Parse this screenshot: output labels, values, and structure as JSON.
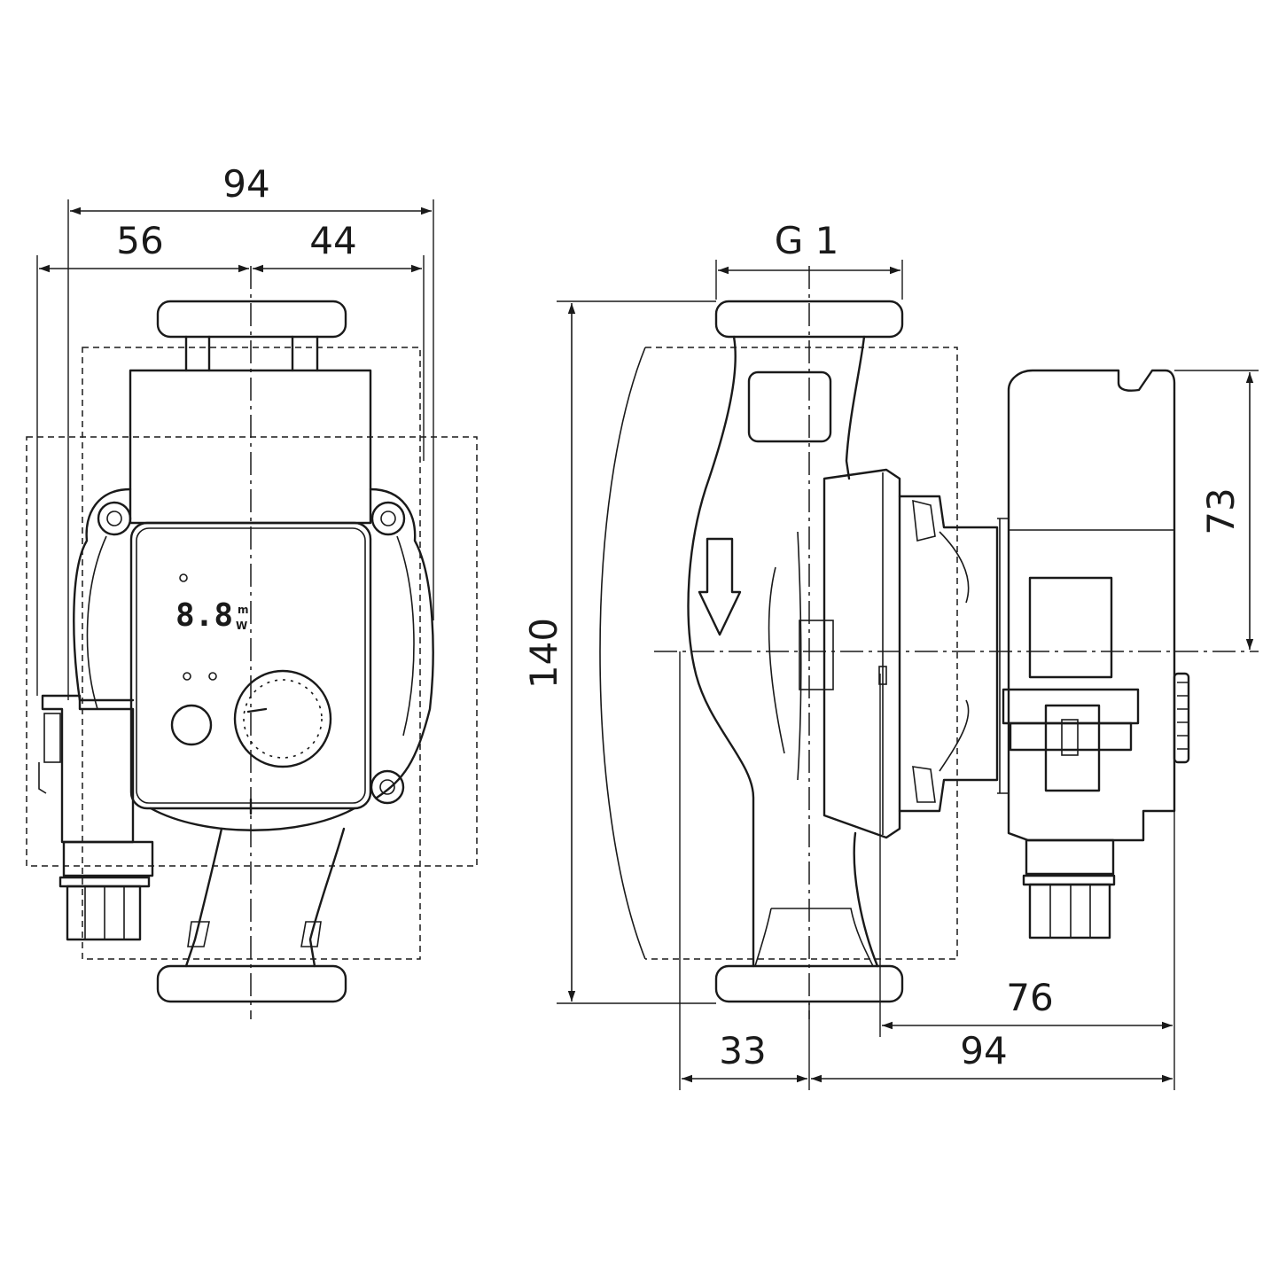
{
  "front_view": {
    "dim_overall_width": "94",
    "dim_left_width": "56",
    "dim_right_width": "44",
    "display_digits": "8.8",
    "display_unit_top": "m",
    "display_unit_bottom": "W"
  },
  "side_view": {
    "dim_thread": "G 1",
    "dim_height": "140",
    "dim_motor_height": "73",
    "dim_depth_76": "76",
    "dim_depth_94": "94",
    "dim_offset_33": "33"
  },
  "colors": {
    "line": "#1a1a1a",
    "background": "#ffffff"
  }
}
